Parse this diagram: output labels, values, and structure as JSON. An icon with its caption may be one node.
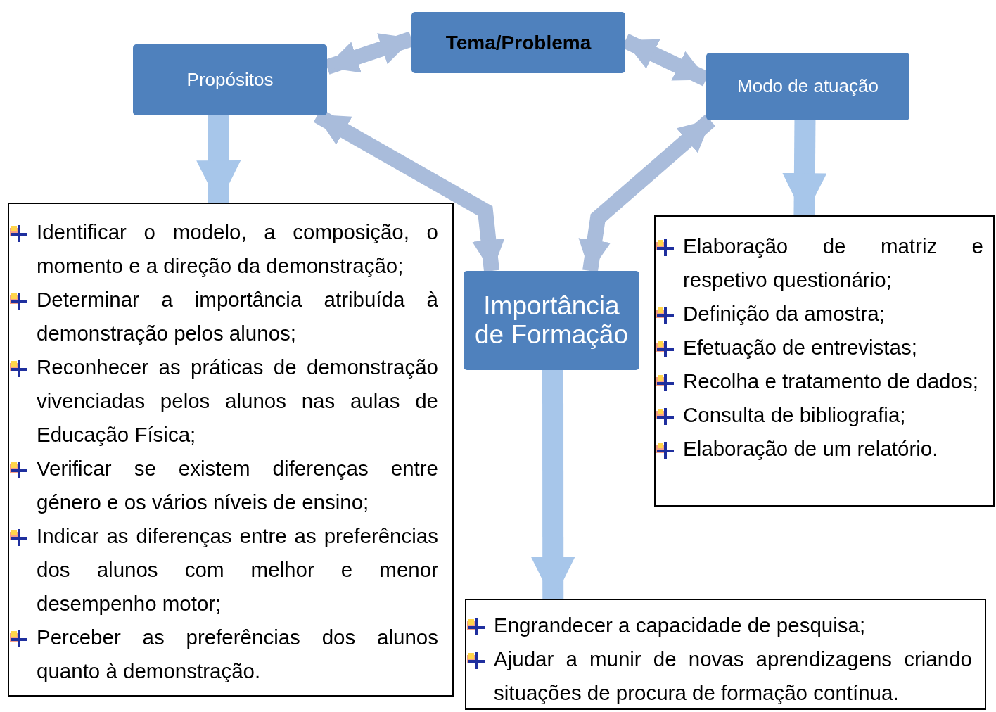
{
  "diagram": {
    "nodes": [
      {
        "text": [
          "Tema/Problema"
        ]
      },
      {
        "text": [
          "Propósitos"
        ]
      },
      {
        "text": [
          "Modo de atuação"
        ]
      },
      {
        "text": [
          "Importância de Formação"
        ]
      },
      {
        "text": [
          "Identificar o modelo, a composição, o momento e a direção da demonstração;",
          "Determinar a importância atribuída à demonstração pelos alunos;",
          "Reconhecer as práticas de demonstração vivenciadas pelos alunos nas aulas de Educação Física;",
          "Verificar se existem diferenças entre género e os vários níveis de ensino;",
          "Indicar as diferenças entre as preferências dos alunos com melhor e menor desempenho motor;",
          "Perceber as preferências dos alunos quanto à demonstração."
        ]
      },
      {
        "text": [
          "Elaboração de matriz e respetivo questionário;",
          "Definição da amostra;",
          "Efetuação de entrevistas;",
          "Recolha e tratamento de dados;",
          "Consulta de bibliografia;",
          "Elaboração de um relatório."
        ]
      },
      {
        "text": [
          "Engrandecer a capacidade de pesquisa;",
          "Ajudar a munir de novas aprendizagens criando situações de procura de formação contínua."
        ]
      }
    ],
    "edges": [
      {
        "from": 1,
        "to": 0,
        "arrow": "both"
      },
      {
        "from": 0,
        "to": 2,
        "arrow": "both"
      },
      {
        "from": 1,
        "to": 3,
        "arrow": "both"
      },
      {
        "from": 2,
        "to": 3,
        "arrow": "both"
      },
      {
        "from": 1,
        "to": 4,
        "arrow": "to"
      },
      {
        "from": 2,
        "to": 5,
        "arrow": "to"
      },
      {
        "from": 3,
        "to": 6,
        "arrow": "to"
      }
    ]
  }
}
